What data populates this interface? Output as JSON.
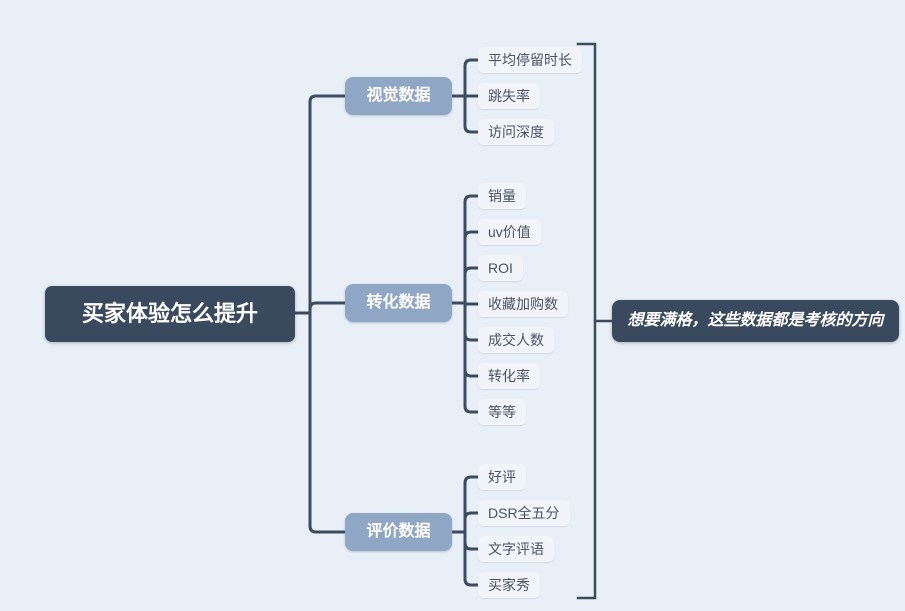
{
  "diagram_title": "买家体验怎么提升",
  "root": {
    "label": "买家体验怎么提升"
  },
  "branches": [
    {
      "label": "视觉数据",
      "children": [
        "平均停留时长",
        "跳失率",
        "访问深度"
      ]
    },
    {
      "label": "转化数据",
      "children": [
        "销量",
        "uv价值",
        "ROI",
        "收藏加购数",
        "成交人数",
        "转化率",
        "等等"
      ]
    },
    {
      "label": "评价数据",
      "children": [
        "好评",
        "DSR全五分",
        "文字评语",
        "买家秀"
      ]
    }
  ],
  "annotation": {
    "label": "想要满格，这些数据都是考核的方向"
  },
  "colors": {
    "background": "#e9eff6",
    "root_fill": "#3a4a5e",
    "root_text": "#ffffff",
    "branch_fill": "#8fa6c5",
    "branch_text": "#ffffff",
    "leaf_fill": "#f1f4f8",
    "leaf_text": "#4a5464",
    "line": "#3c4b60",
    "annotation_fill": "#3a4a5e",
    "annotation_text": "#ffffff"
  }
}
